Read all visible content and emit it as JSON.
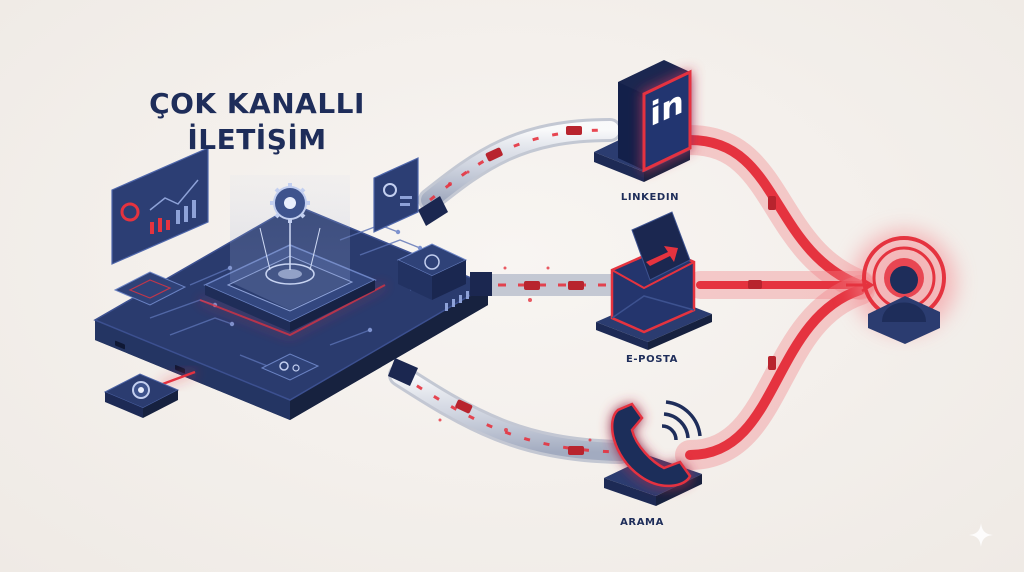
{
  "title": {
    "line1": "ÇOK KANALLI",
    "line2": "İLETİŞİM"
  },
  "channels": [
    {
      "label": "LINKEDIN",
      "icon": "linkedin-icon"
    },
    {
      "label": "E-POSTA",
      "icon": "envelope-icon"
    },
    {
      "label": "ARAMA",
      "icon": "phone-icon"
    }
  ],
  "linkedin_badge": "in",
  "colors": {
    "navy": "#1e2d5a",
    "red": "#e5333f",
    "background": "#f3efeb"
  }
}
